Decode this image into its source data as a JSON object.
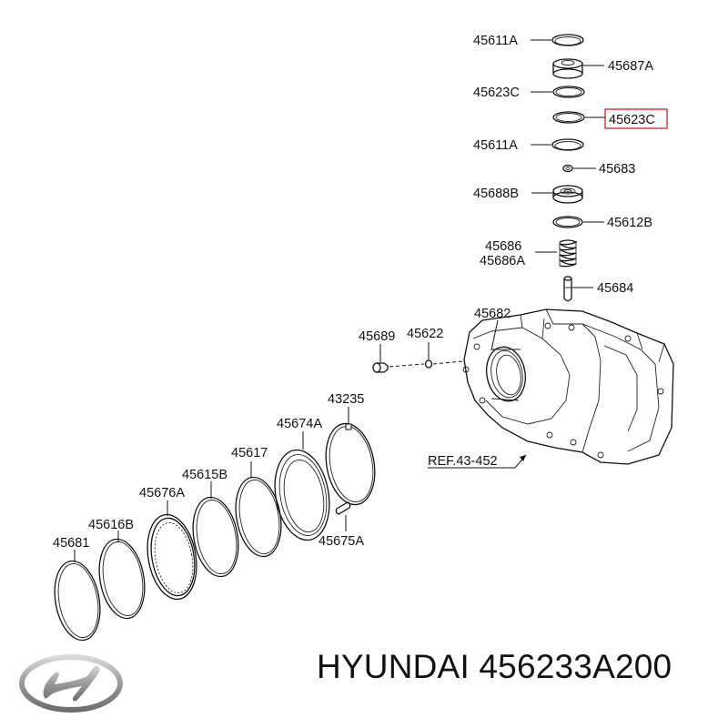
{
  "labels": {
    "p45611A_top": "45611A",
    "p45687A": "45687A",
    "p45623C_left": "45623C",
    "p45623C_boxed": "45623C",
    "p45611A_mid": "45611A",
    "p45683": "45683",
    "p45688B": "45688B",
    "p45612B": "45612B",
    "p45686": "45686",
    "p45686A": "45686A",
    "p45684": "45684",
    "p45682": "45682",
    "p45689": "45689",
    "p45622": "45622",
    "p43235": "43235",
    "p45674A": "45674A",
    "p45617": "45617",
    "p45615B": "45615B",
    "p45676A": "45676A",
    "p45616B": "45616B",
    "p45681": "45681",
    "p45675A": "45675A",
    "ref": "REF.43-452"
  },
  "caption": {
    "brand": "HYUNDAI",
    "part_number": "456233A200",
    "text": "HYUNDAI 456233A200"
  },
  "colors": {
    "highlight_box": "#cc2222",
    "line": "#111111"
  },
  "logo": {
    "icon": "hyundai-logo",
    "text": "HYUNDAI"
  }
}
